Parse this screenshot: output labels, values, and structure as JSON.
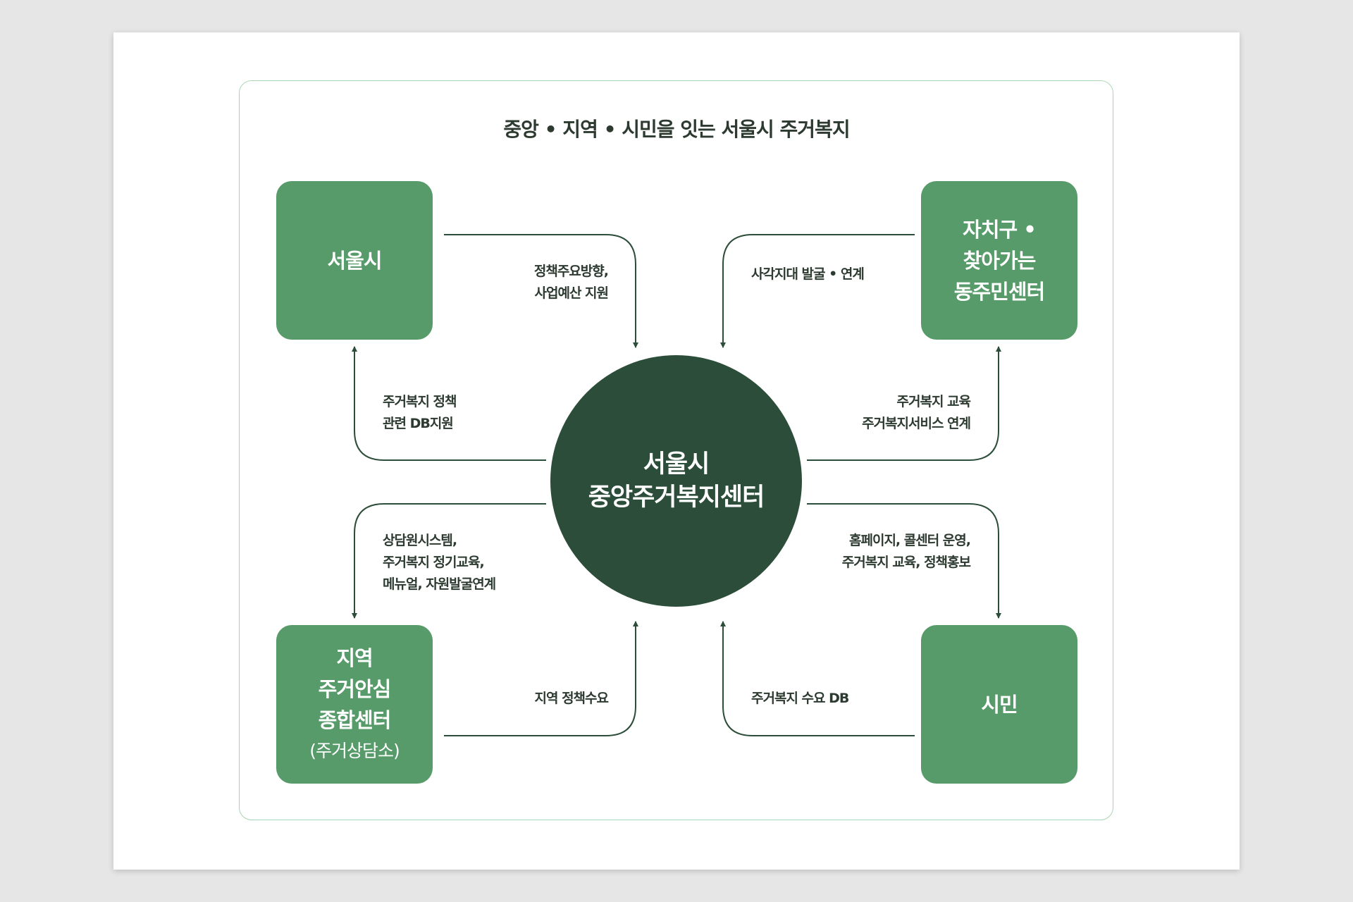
{
  "title": "중앙 • 지역 • 시민을 잇는 서울시 주거복지",
  "center": {
    "line1": "서울시",
    "line2": "중앙주거복지센터"
  },
  "nodes": {
    "seoul": {
      "line1": "서울시"
    },
    "gu": {
      "line1": "자치구 •",
      "line2": "찾아가는",
      "line3": "동주민센터"
    },
    "region": {
      "line1": "지역",
      "line2": "주거안심",
      "line3": "종합센터",
      "sub": "(주거상담소)"
    },
    "citizen": {
      "line1": "시민"
    }
  },
  "labels": {
    "seoul_to_center": [
      "정책주요방향,",
      "사업예산 지원"
    ],
    "center_to_seoul": [
      "주거복지 정책",
      "관련 DB지원"
    ],
    "gu_to_center": [
      "사각지대 발굴 • 연계"
    ],
    "center_to_gu": [
      "주거복지 교육",
      "주거복지서비스 연계"
    ],
    "center_to_region": [
      "상담원시스템,",
      "주거복지 정기교육,",
      "메뉴얼, 자원발굴연계"
    ],
    "region_to_center": [
      "지역 정책수요"
    ],
    "center_to_citizen": [
      "홈페이지, 콜센터 운영,",
      "주거복지 교육, 정책홍보"
    ],
    "citizen_to_center": [
      "주거복지 수요 DB"
    ]
  },
  "colors": {
    "node": "#569b69",
    "center": "#2c4d39",
    "frame": "#a8d5b5",
    "arrow": "#2c4d39",
    "text": "#2c3a30"
  }
}
